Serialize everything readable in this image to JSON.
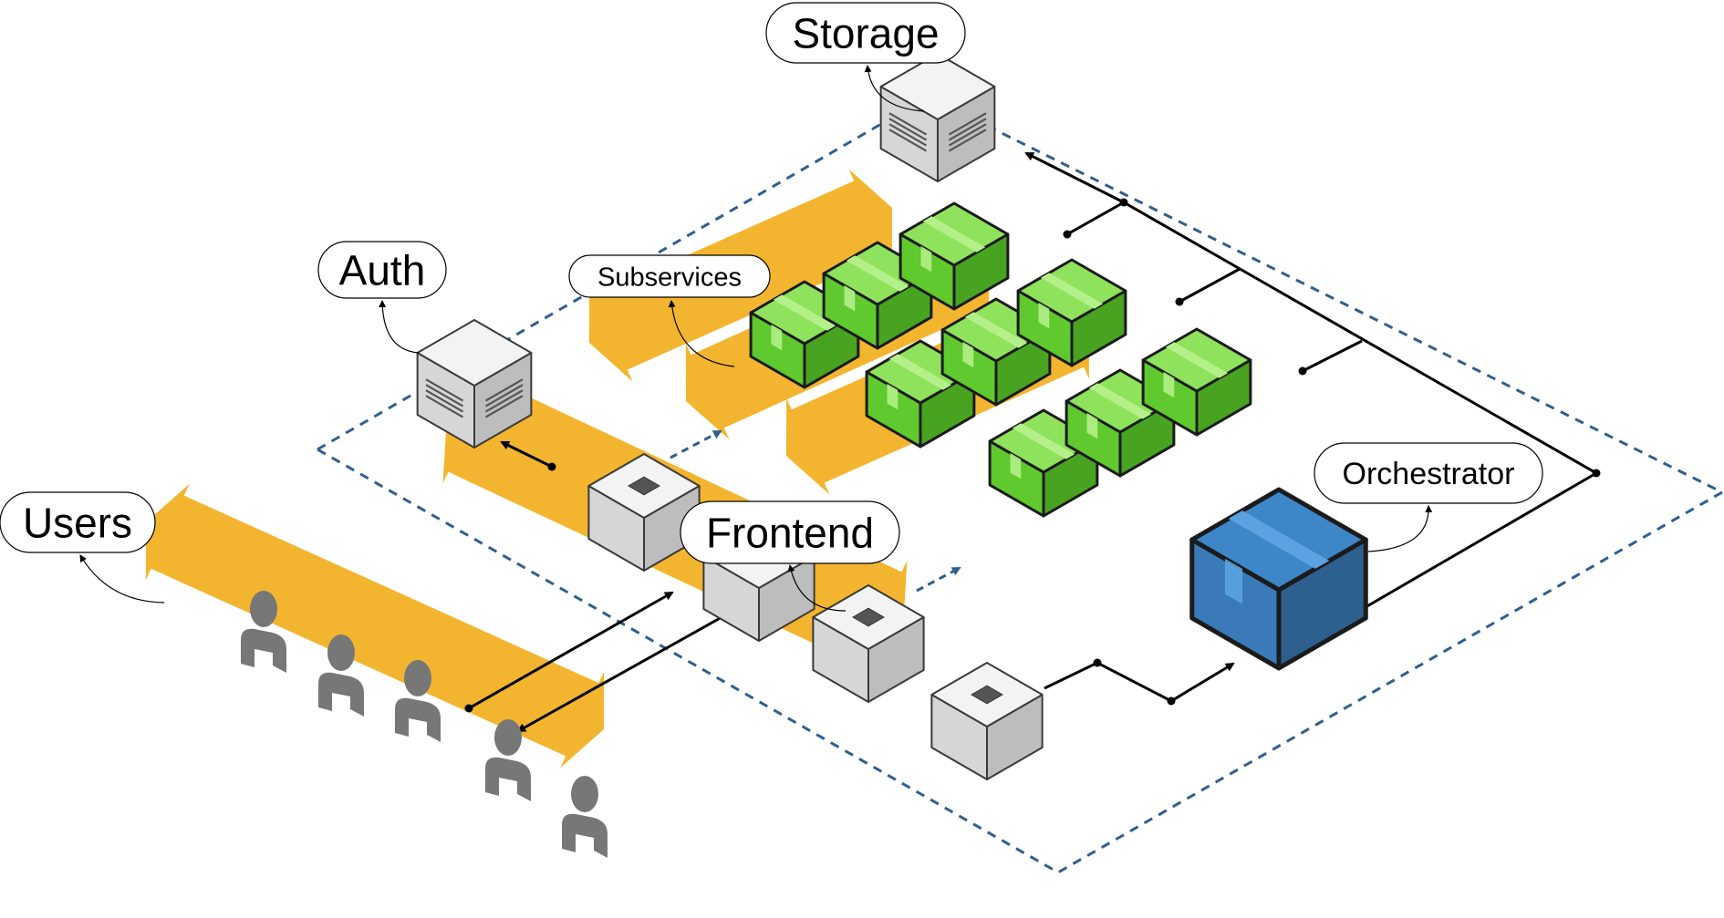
{
  "labels": {
    "storage": "Storage",
    "auth": "Auth",
    "subservices": "Subservices",
    "users": "Users",
    "frontend": "Frontend",
    "orchestrator": "Orchestrator"
  },
  "colors": {
    "band": "#f3b52f",
    "band_edge": "#e8a820",
    "green_top": "#8fe25c",
    "green_left": "#5fc92e",
    "green_right": "#48a321",
    "green_stripe": "#b4f08a",
    "blue_top": "#3d86c8",
    "blue_left": "#3a7ab8",
    "blue_right": "#2d5f8f",
    "blue_stripe": "#5aa3e0",
    "server_top": "#f3f3f3",
    "server_left": "#d6d6d6",
    "server_right": "#bdbdbd",
    "person": "#777777",
    "dashed": "#2f5f8f",
    "line": "#000000"
  },
  "icons": {
    "server": "server-icon",
    "service": "service-box-icon",
    "orchestrator": "orchestrator-box-icon",
    "user": "user-icon"
  }
}
